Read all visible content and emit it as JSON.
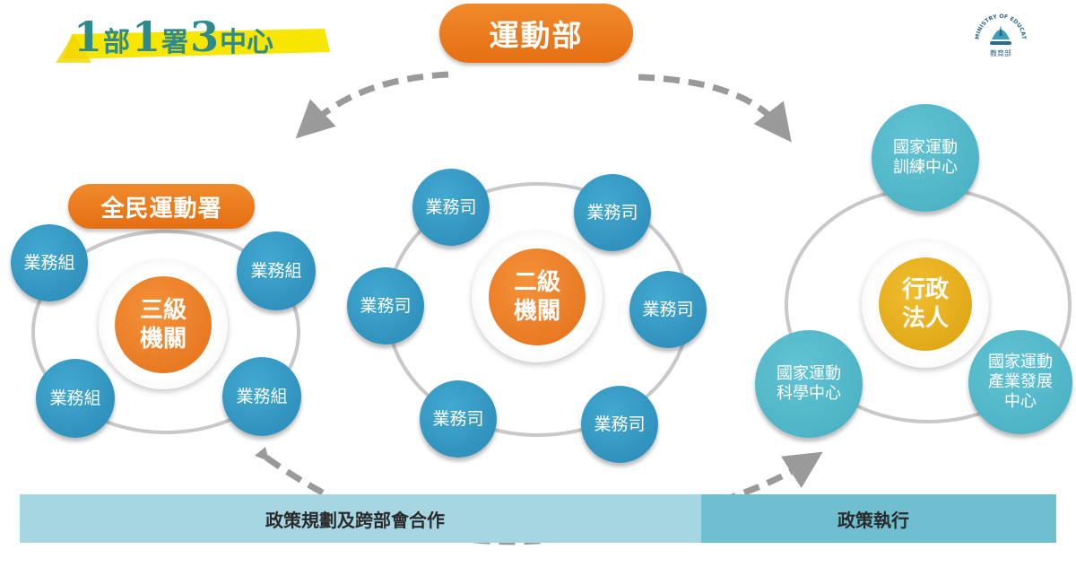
{
  "title": {
    "n1": "1",
    "w1": "部",
    "n2": "1",
    "w2": "署",
    "n3": "3",
    "w3": "中心"
  },
  "logo": {
    "text": "MINISTRY OF EDUCATION",
    "subtext": "教育部"
  },
  "ministry": {
    "label": "運動部"
  },
  "administration": {
    "label": "全民運動署",
    "core": [
      "三級",
      "機關"
    ],
    "units": [
      "業務組",
      "業務組",
      "業務組",
      "業務組"
    ]
  },
  "second_level": {
    "core": [
      "二級",
      "機關"
    ],
    "units": [
      "業務司",
      "業務司",
      "業務司",
      "業務司",
      "業務司",
      "業務司"
    ]
  },
  "legal_entity": {
    "core": [
      "行政",
      "法人"
    ],
    "centers": [
      [
        "國家運動",
        "訓練中心"
      ],
      [
        "國家運動",
        "科學中心"
      ],
      [
        "國家運動",
        "產業發展",
        "中心"
      ]
    ]
  },
  "bottom_bar": {
    "left": "政策規劃及跨部會合作",
    "right": "政策執行"
  },
  "colors": {
    "orange": "#e8751a",
    "blue": "#2a89b5",
    "teal": "#45aec1",
    "gold": "#dca212",
    "bar_light": "#a7d6e3",
    "bar_dark": "#6fbfd1",
    "arrow_gray": "#9a9a9a",
    "ring_gray": "#c8c8c8",
    "banner_yellow": "#f6e600"
  }
}
